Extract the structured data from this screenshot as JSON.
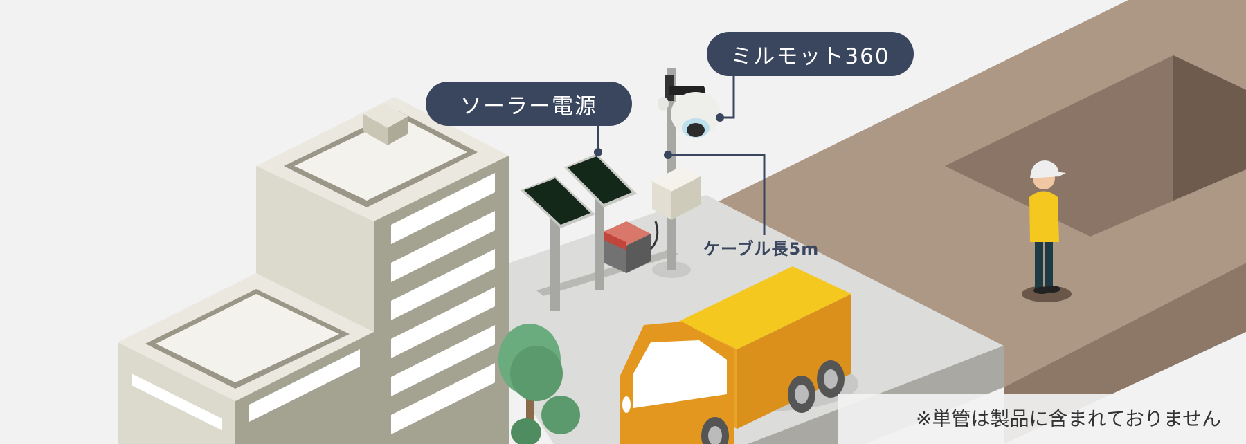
{
  "labels": {
    "solar_power": "ソーラー電源",
    "camera": "ミルモット360",
    "cable_length": "ケーブル長5m"
  },
  "note": "※単管は製品に含まれておりません",
  "colors": {
    "background": "#f2f2f2",
    "label_bubble": "#3a465e",
    "ground_plaza": "#dcdcda",
    "excavation": "#ad9785",
    "truck_cargo": "#e3971e",
    "worker_vest": "#f4c81f",
    "solar_panel": "#14281a"
  }
}
